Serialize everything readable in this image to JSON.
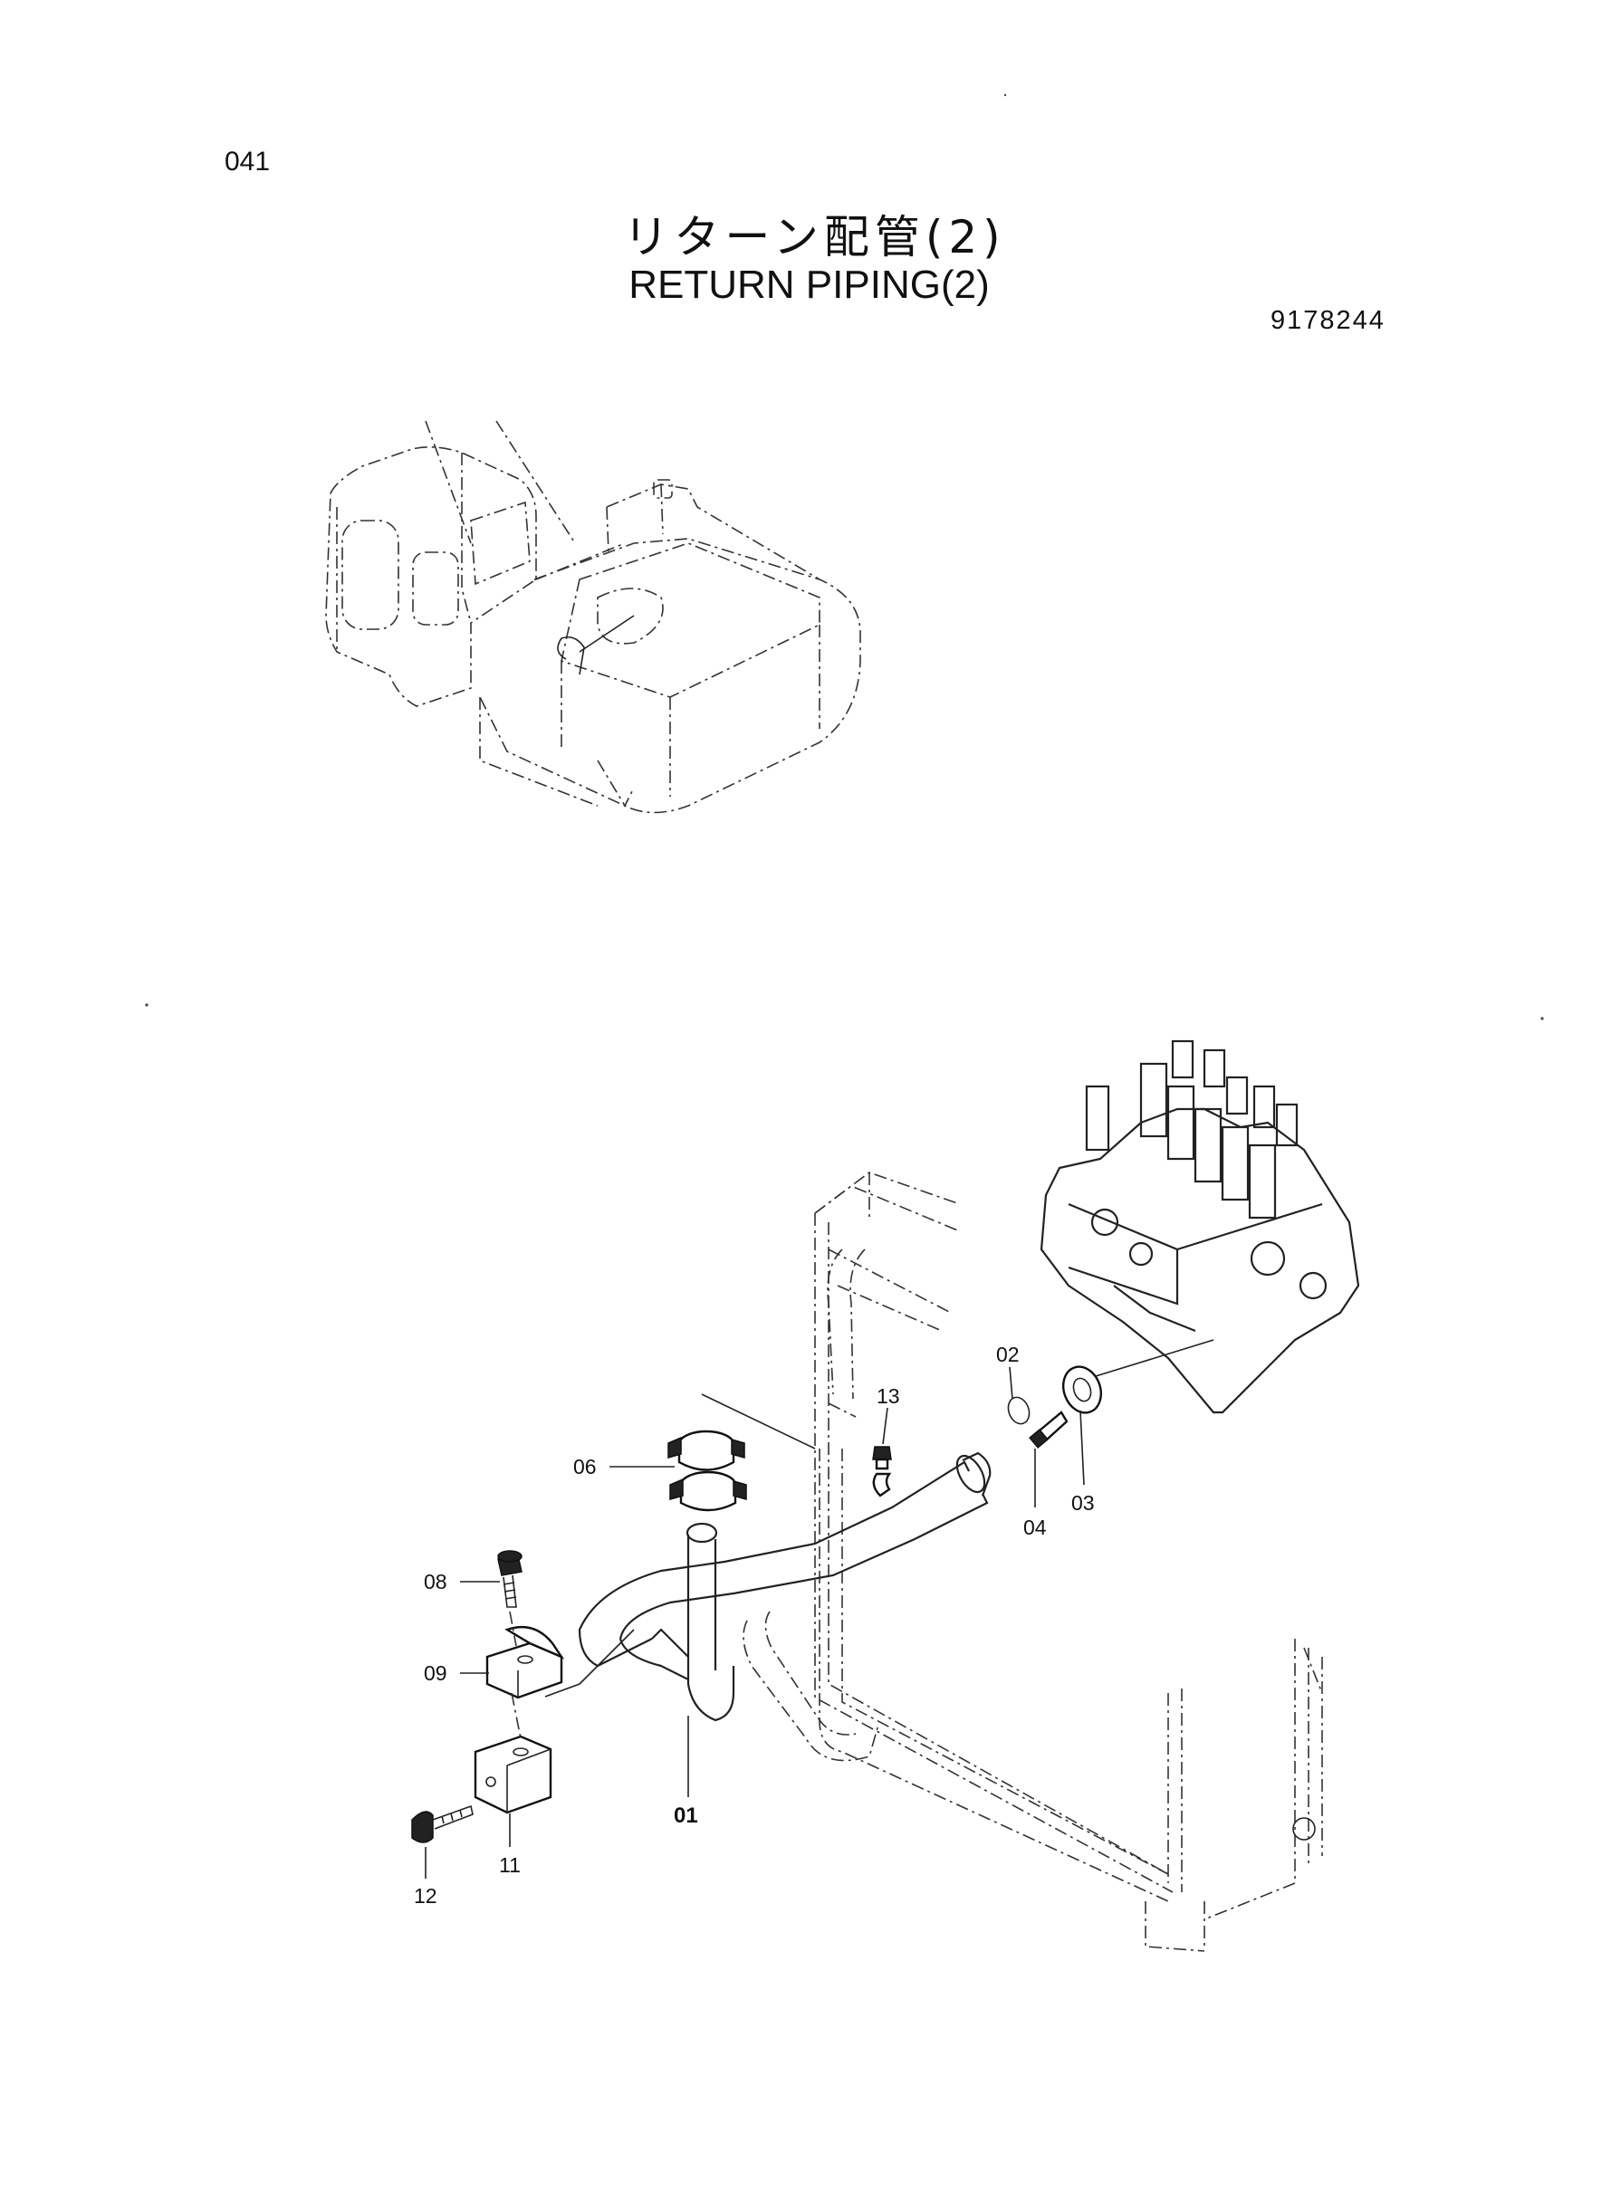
{
  "header": {
    "page_number": "041",
    "title_jp": "リターン配管(2)",
    "title_en": "RETURN PIPING(2)",
    "drawing_number": "9178244"
  },
  "callouts": [
    {
      "id": "c01",
      "label": "01"
    },
    {
      "id": "c02",
      "label": "02"
    },
    {
      "id": "c03",
      "label": "03"
    },
    {
      "id": "c04",
      "label": "04"
    },
    {
      "id": "c06",
      "label": "06"
    },
    {
      "id": "c08",
      "label": "08"
    },
    {
      "id": "c09",
      "label": "09"
    },
    {
      "id": "c11",
      "label": "11"
    },
    {
      "id": "c12",
      "label": "12"
    },
    {
      "id": "c13",
      "label": "13"
    }
  ]
}
